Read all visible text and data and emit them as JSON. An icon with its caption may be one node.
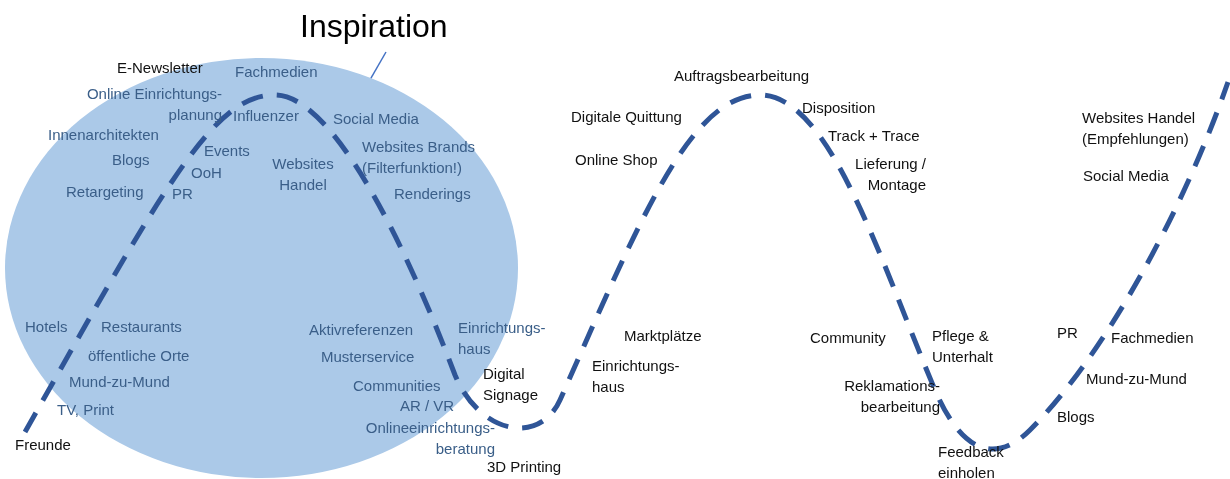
{
  "diagram": {
    "nodes": [
      {
        "text": [
          "Inspiration"
        ]
      },
      {
        "text": [],
        "shape": "circle"
      }
    ],
    "edges": [
      {
        "from": 0,
        "to": 1,
        "arrow": "none"
      }
    ],
    "labels": [
      "E-Newsletter",
      "Fachmedien",
      "Online Einrichtungs- planung",
      "Influenzer",
      "Social Media",
      "Innenarchitekten",
      "Events",
      "Websites Brands (Filterfunktion!)",
      "Blogs",
      "OoH",
      "Websites Handel",
      "Retargeting",
      "PR",
      "Renderings",
      "Hotels",
      "Restaurants",
      "öffentliche Orte",
      "Mund-zu-Mund",
      "TV, Print",
      "Freunde",
      "Aktivreferenzen",
      "Musterservice",
      "Einrichtungs- haus",
      "Communities",
      "AR / VR",
      "Onlineeinrichtungs- beratung",
      "Digital Signage",
      "3D Printing",
      "Auftragsbearbeitung",
      "Digitale Quittung",
      "Online Shop",
      "Marktplätze",
      "Einrichtungs- haus",
      "Disposition",
      "Track + Trace",
      "Lieferung / Montage",
      "Community",
      "Pflege & Unterhalt",
      "Reklamations- bearbeitung",
      "Feedback einholen",
      "Websites Handel (Empfehlungen)",
      "Social Media",
      "PR",
      "Fachmedien",
      "Mund-zu-Mund",
      "Blogs"
    ]
  }
}
